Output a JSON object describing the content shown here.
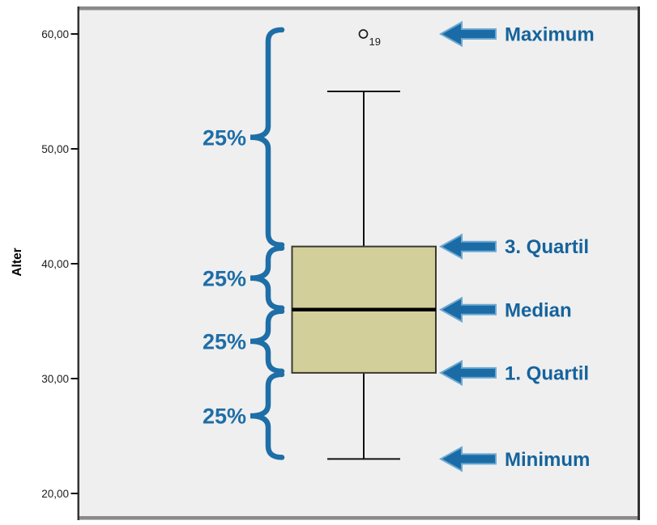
{
  "chart_data": {
    "type": "boxplot",
    "title": "",
    "ylabel": "Alter",
    "grid": false,
    "y_axis": {
      "min": 20,
      "max": 62,
      "tick_values": [
        20,
        30,
        40,
        50,
        60
      ],
      "tick_labels": [
        "20,00",
        "30,00",
        "40,00",
        "50,00",
        "60,00"
      ]
    },
    "box": {
      "minimum": 23,
      "q1": 30.5,
      "median": 36,
      "q3": 41.5,
      "whisker_max": 55
    },
    "outlier": {
      "value": 60,
      "case_label": "19"
    },
    "quartile_braces": [
      {
        "from": 60.5,
        "to": 41.5,
        "label": "25%"
      },
      {
        "from": 41.5,
        "to": 36,
        "label": "25%"
      },
      {
        "from": 36,
        "to": 30.5,
        "label": "25%"
      },
      {
        "from": 30.5,
        "to": 23,
        "label": "25%"
      }
    ],
    "annotations": [
      {
        "label": "Maximum",
        "value": 60
      },
      {
        "label": "3. Quartil",
        "value": 41.5
      },
      {
        "label": "Median",
        "value": 36
      },
      {
        "label": "1. Quartil",
        "value": 30.5
      },
      {
        "label": "Minimum",
        "value": 23
      }
    ],
    "colors": {
      "plot_bg": "#efefef",
      "frame_gray": "#8a8a8a",
      "frame_dark": "#333333",
      "box_fill": "#d3cf9b",
      "box_border": "#3b3b2f",
      "median": "#000000",
      "whisker": "#111111",
      "brace_blue": "#1e6ea7",
      "arrow_fill": "#1b6ca6",
      "arrow_outline": "#6ea9d2",
      "label_blue": "#15639c"
    }
  }
}
